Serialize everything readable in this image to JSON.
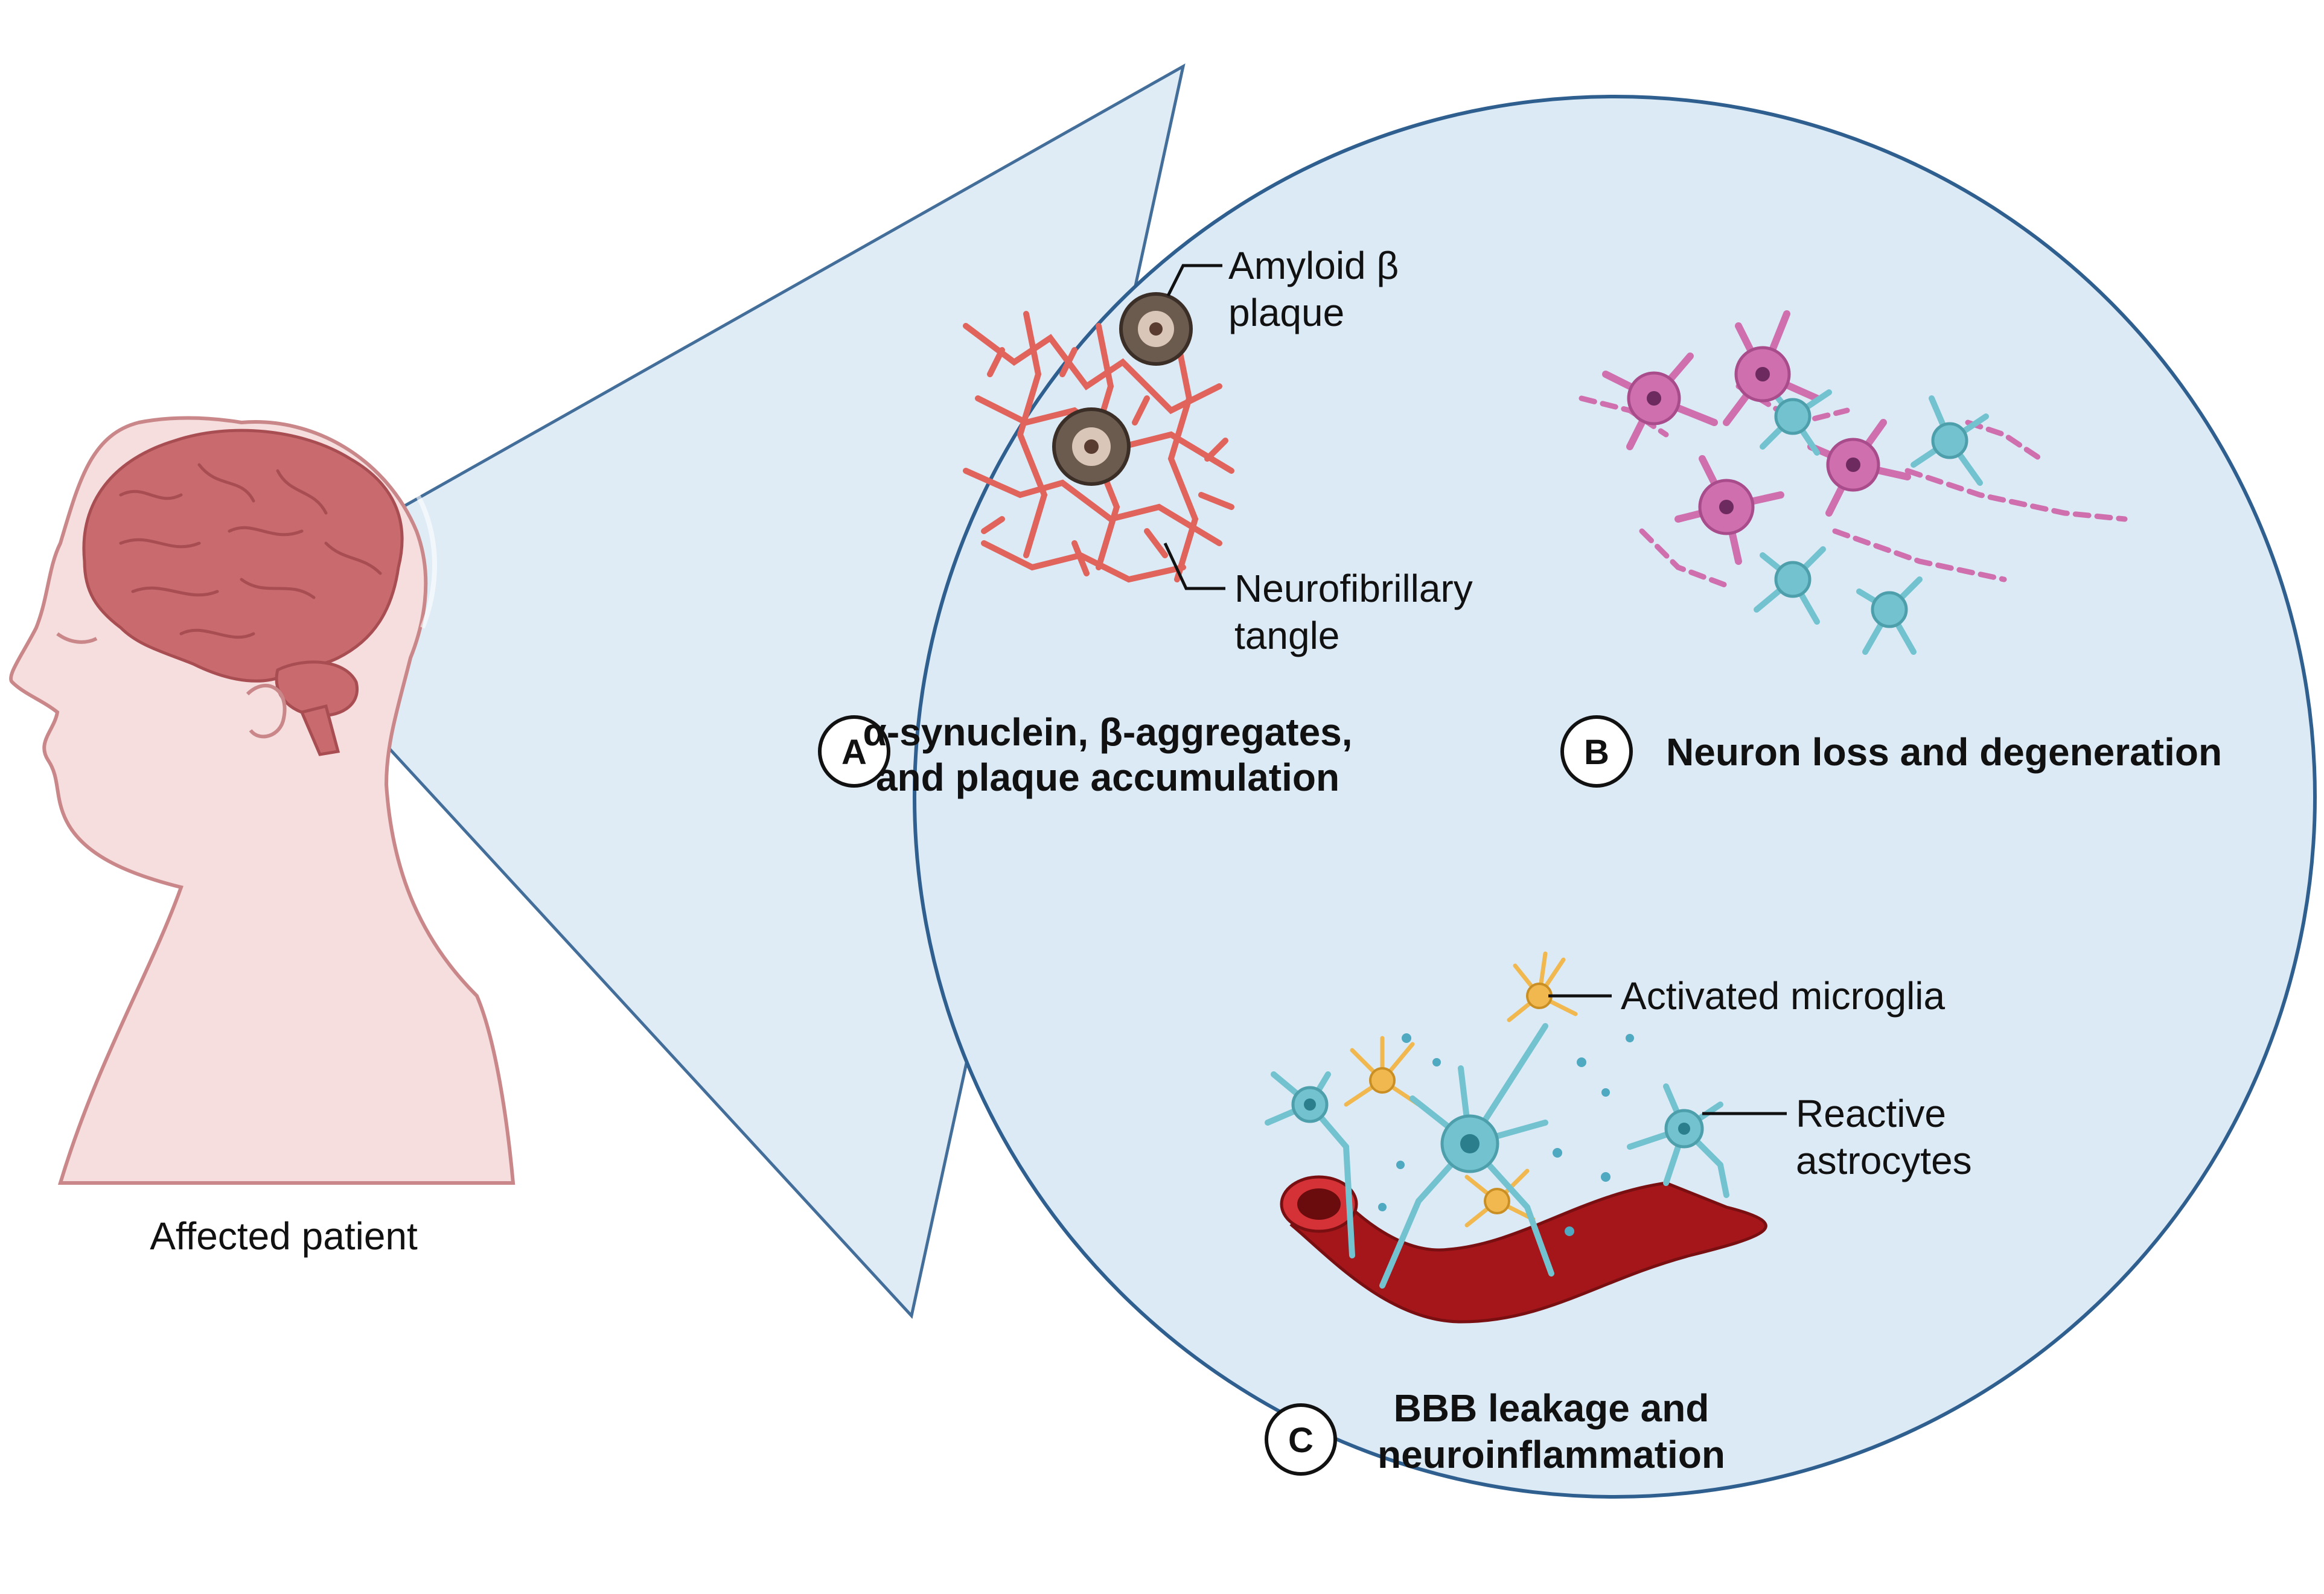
{
  "patient": {
    "caption": "Affected patient"
  },
  "panel_a": {
    "letter": "A",
    "title_line1": "α-synuclein, β-aggregates,",
    "title_line2": "and plaque accumulation",
    "plaque_label_line1": "Amyloid β",
    "plaque_label_line2": "plaque",
    "tangle_label_line1": "Neurofibrillary",
    "tangle_label_line2": "tangle"
  },
  "panel_b": {
    "letter": "B",
    "title": "Neuron loss and degeneration"
  },
  "panel_c": {
    "letter": "C",
    "title_line1": "BBB leakage and",
    "title_line2": "neuroinflammation",
    "microglia_label": "Activated microglia",
    "astrocyte_label_line1": "Reactive",
    "astrocyte_label_line2": "astrocytes"
  },
  "colors": {
    "circle_fill": "#dceaf6",
    "circle_stroke": "#2f5f8f",
    "skin": "#f6dede",
    "skin_stroke": "#c9878a",
    "brain": "#c96a6e",
    "tangle": "#e0645c",
    "neuron_pink": "#cf6fae",
    "astrocyte": "#72c3cf",
    "microglia": "#f0b84e",
    "vessel": "#a4161a"
  }
}
